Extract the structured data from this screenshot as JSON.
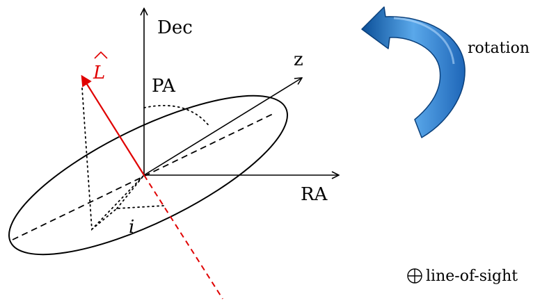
{
  "labels": {
    "dec": "Dec",
    "ra": "RA",
    "z": "z",
    "pa": "PA",
    "inclination": "i",
    "angular_momentum": "L",
    "rotation": "rotation",
    "line_of_sight": "line-of-sight"
  },
  "colors": {
    "axes": "#000000",
    "angular_momentum": "#e00000",
    "rotation_arrow_dark": "#0b4f98",
    "rotation_arrow_light": "#5aa8ea"
  },
  "icons": {
    "line_of_sight_symbol": "circled-plus-icon"
  }
}
